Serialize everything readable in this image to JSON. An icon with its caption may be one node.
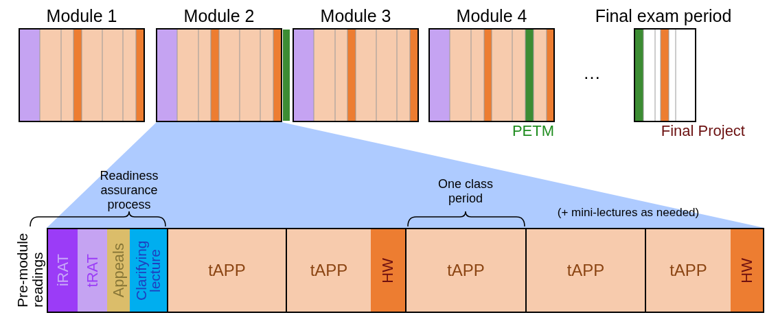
{
  "diagram": {
    "nodes": [
      {
        "text": [
          "Module 1"
        ]
      },
      {
        "text": [
          "Module 2"
        ]
      },
      {
        "text": [
          "Module 3"
        ]
      },
      {
        "text": [
          "Module 4"
        ],
        "beside": [
          "PETM"
        ]
      },
      {
        "text": [
          "Final exam period"
        ]
      },
      {
        "text": [
          "iRAT"
        ]
      },
      {
        "text": [
          "tRAT"
        ]
      },
      {
        "text": [
          "Appeals"
        ]
      },
      {
        "text": [
          "Clarifying lecture"
        ]
      },
      {
        "text": [
          "tAPP"
        ]
      },
      {
        "text": [
          "tAPP"
        ]
      },
      {
        "text": [
          "HW"
        ]
      },
      {
        "text": [
          "tAPP"
        ]
      },
      {
        "text": [
          "tAPP"
        ]
      },
      {
        "text": [
          "tAPP"
        ]
      },
      {
        "text": [
          "HW"
        ]
      }
    ],
    "edges": [],
    "labels": [
      "…",
      "Final Project",
      "Readiness assurance process",
      "One class period",
      "(+ mini-lectures as needed)",
      "Pre-module readings"
    ]
  }
}
